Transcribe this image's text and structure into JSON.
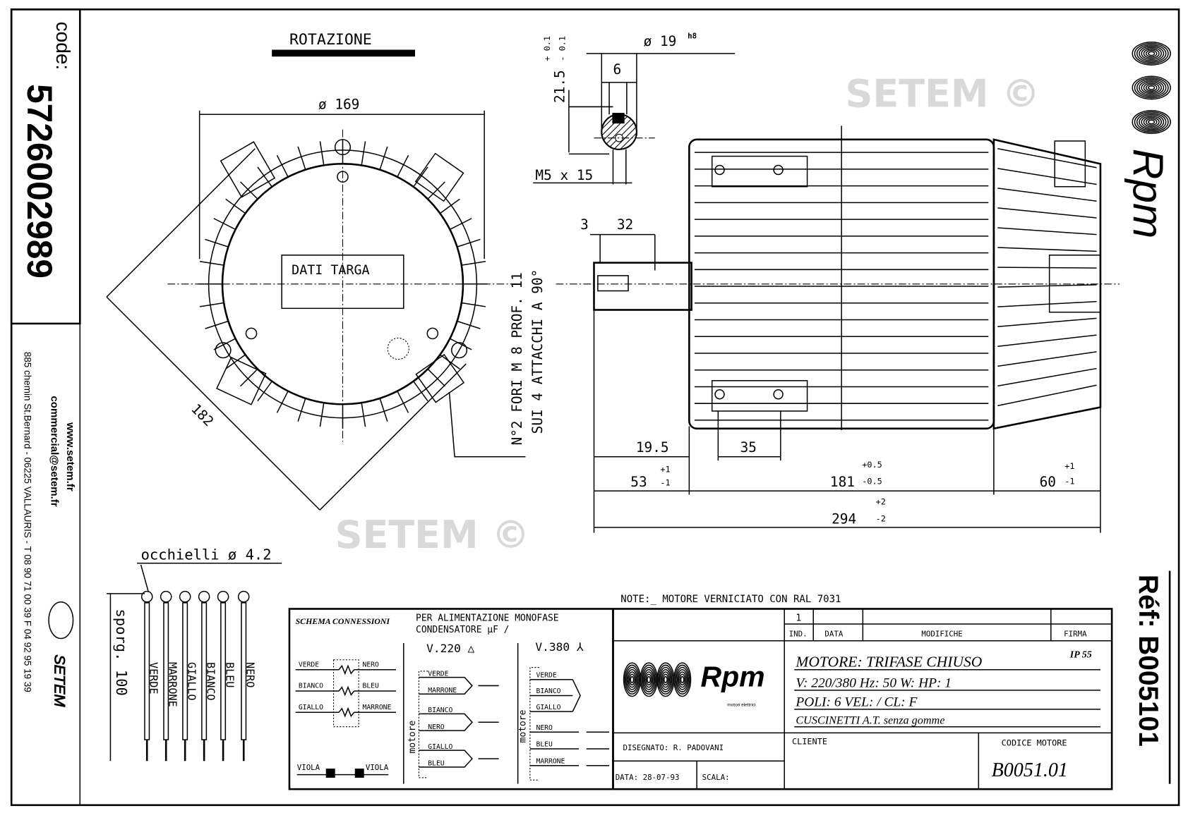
{
  "left_strip": {
    "code_label": "code:",
    "code_value": "5726002989",
    "website": "www.setem.fr",
    "email": "commercial@setem.fr",
    "address": "885 chemin St.Bernard  -  06225 VALLAURIS  -  T 08 90 71 00 39   F 04 92 95 19 39",
    "logo_text": "SETEM"
  },
  "front_view": {
    "title": "ROTAZIONE",
    "diameter_label": "ø 169",
    "nameplate_label": "DATI TARGA",
    "diagonal_label": "182",
    "holes_note_1": "N°2 FORI M 8 PROF. 11",
    "holes_note_2": "SUI 4 ATTACCHI A 90°"
  },
  "shaft_detail": {
    "diameter": "ø 19",
    "diameter_tolerance": "h8",
    "key_width": "6",
    "key_depth": "21.5",
    "key_depth_tol_plus": "+ 0.1",
    "key_depth_tol_minus": "- 0.1",
    "thread": "M5 x 15",
    "shoulder": "3",
    "shaft_length": "32"
  },
  "side_view": {
    "dim_19_5": "19.5",
    "dim_35": "35",
    "dim_53": "53",
    "dim_53_tol_plus": "+1",
    "dim_53_tol_minus": "-1",
    "dim_181": "181",
    "dim_181_tol_plus": "+0.5",
    "dim_181_tol_minus": "-0.5",
    "dim_60": "60",
    "dim_60_tol_plus": "+1",
    "dim_60_tol_minus": "-1",
    "dim_294": "294",
    "dim_294_tol_plus": "+2",
    "dim_294_tol_minus": "-2"
  },
  "leads": {
    "eyelets_label": "occhielli ø 4.2",
    "protrusion_label": "sporg. 100",
    "wires": [
      "VERDE",
      "MARRONE",
      "GIALLO",
      "BIANCO",
      "BLEU",
      "NERO"
    ]
  },
  "note": "NOTE:_ MOTORE VERNICIATO CON RAL 7031",
  "schema": {
    "title": "SCHEMA CONNESSIONI",
    "single_phase_1": "PER ALIMENTAZIONE MONOFASE",
    "single_phase_2": "CONDENSATORE µF /",
    "windings": [
      {
        "left": "VERDE",
        "right": "NERO"
      },
      {
        "left": "BIANCO",
        "right": "BLEU"
      },
      {
        "left": "GIALLO",
        "right": "MARRONE"
      }
    ],
    "thermal_left": "VIOLA",
    "thermal_right": "VIOLA",
    "delta_label": "V.220 △",
    "delta_pairs": [
      [
        "VERDE",
        "MARRONE"
      ],
      [
        "BIANCO",
        "NERO"
      ],
      [
        "GIALLO",
        "BLEU"
      ]
    ],
    "star_label": "V.380 ⅄",
    "star_joined": [
      "VERDE",
      "BIANCO",
      "GIALLO"
    ],
    "star_lines": [
      "NERO",
      "BLEU",
      "MARRONE"
    ],
    "motor_label": "motore"
  },
  "title_block": {
    "rev_index": "1",
    "col_ind": "IND.",
    "col_data": "DATA",
    "col_modifiche": "MODIFICHE",
    "col_firma": "FIRMA",
    "logo_text": "Rpm",
    "logo_sub": "motori elettrici",
    "motor_type": "MOTORE: TRIFASE CHIUSO",
    "protection": "IP 55",
    "electrical": "V: 220/380  Hz: 50   W:     HP: 1",
    "poles": "POLI: 6     VEL: /      CL: F",
    "bearings": "CUSCINETTI A.T. senza gomme",
    "drawn_by": "DISEGNATO:  R. PADOVANI",
    "date": "DATA: 28-07-93",
    "scale": "SCALA:",
    "client_label": "CLIENTE",
    "motor_code_label": "CODICE MOTORE",
    "motor_code": "B0051.01"
  },
  "right_strip": {
    "logo_text": "Rpm",
    "ref": "Réf: B005101"
  },
  "watermark": "SETEM ©"
}
